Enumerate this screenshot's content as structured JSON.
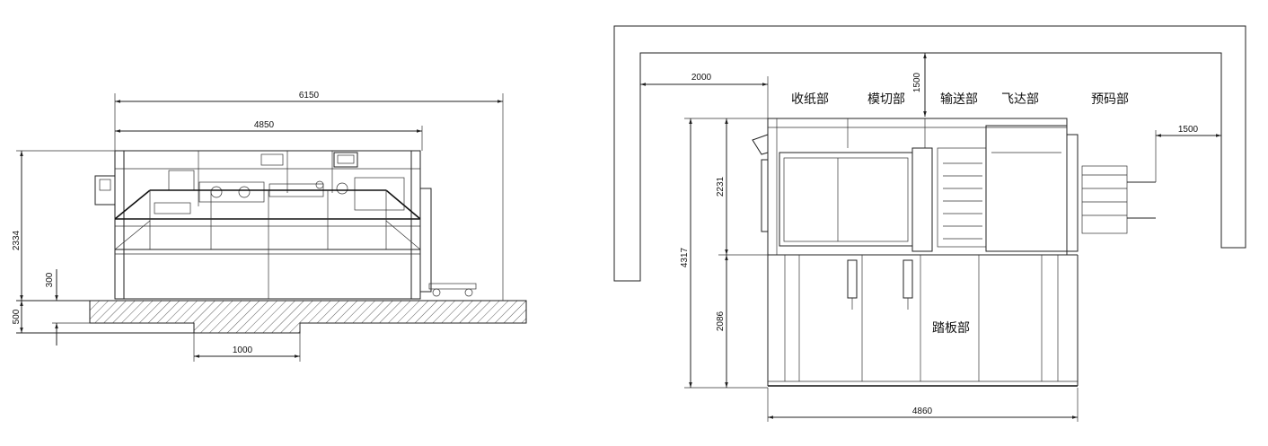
{
  "front_view": {
    "dimensions": {
      "overall_width": "6150",
      "machine_width": "4850",
      "height": "2334",
      "step_height": "300",
      "pit_depth": "500",
      "pit_width": "1000"
    }
  },
  "side_view": {
    "sections": {
      "delivery": "收纸部",
      "die_cutting": "模切部",
      "transfer": "输送部",
      "feeder": "飞达部",
      "pre_stack": "预码部",
      "platform": "踏板部"
    },
    "dimensions": {
      "clearance_left": "2000",
      "clearance_top": "1500",
      "clearance_right": "1500",
      "upper_height": "2231",
      "total_height": "4317",
      "lower_height": "2086",
      "overall_length": "4860"
    }
  }
}
